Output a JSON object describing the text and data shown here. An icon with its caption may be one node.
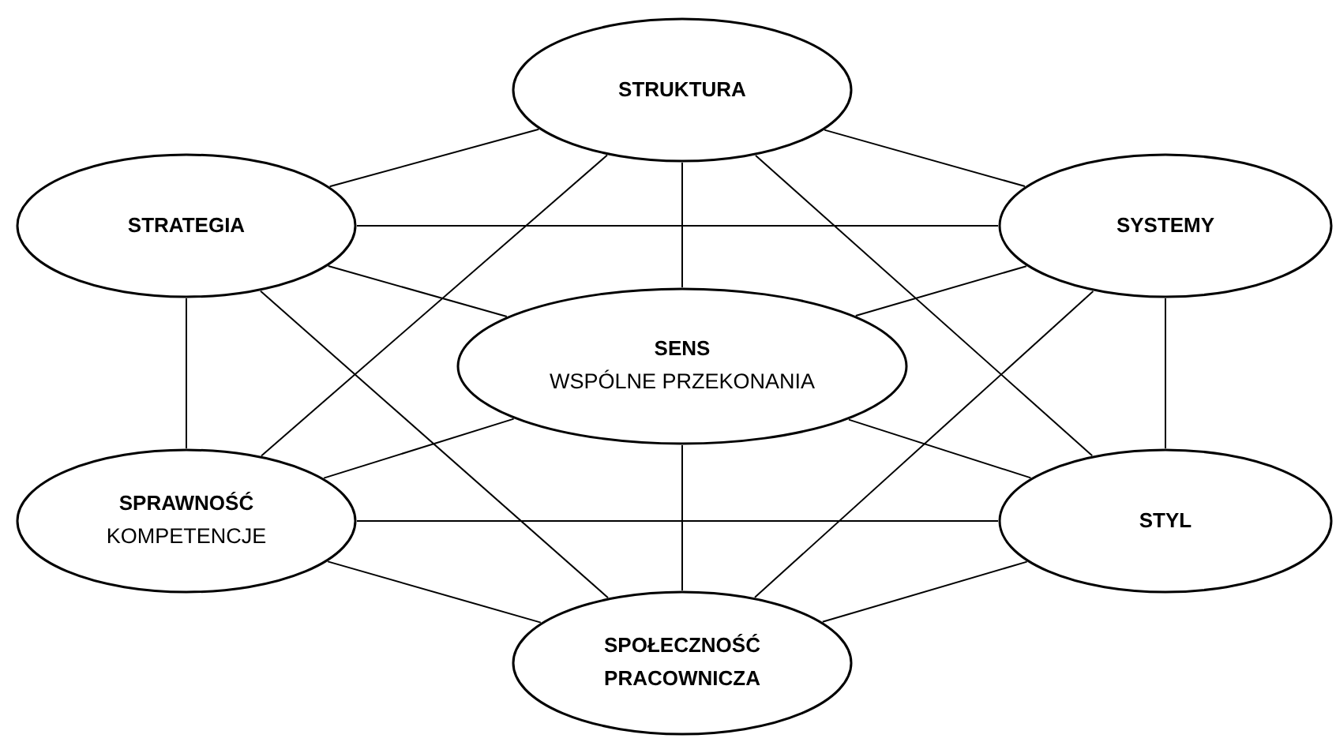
{
  "diagram": {
    "nodes": [
      {
        "text": [
          "STRUKTURA"
        ]
      },
      {
        "text": [
          "STRATEGIA"
        ]
      },
      {
        "text": [
          "SYSTEMY"
        ]
      },
      {
        "text": [
          "SENS",
          "WSPÓLNE PRZEKONANIA"
        ]
      },
      {
        "text": [
          "SPRAWNOŚĆ",
          "KOMPETENCJE"
        ]
      },
      {
        "text": [
          "STYL"
        ]
      },
      {
        "text": [
          "SPOŁECZNOŚĆ PRACOWNICZA"
        ]
      }
    ],
    "edges": [
      {
        "from": 0,
        "to": 1,
        "arrow": "none"
      },
      {
        "from": 0,
        "to": 2,
        "arrow": "none"
      },
      {
        "from": 0,
        "to": 3,
        "arrow": "none"
      },
      {
        "from": 0,
        "to": 4,
        "arrow": "none"
      },
      {
        "from": 0,
        "to": 5,
        "arrow": "none"
      },
      {
        "from": 1,
        "to": 2,
        "arrow": "none"
      },
      {
        "from": 1,
        "to": 3,
        "arrow": "none"
      },
      {
        "from": 1,
        "to": 4,
        "arrow": "none"
      },
      {
        "from": 1,
        "to": 6,
        "arrow": "none"
      },
      {
        "from": 2,
        "to": 3,
        "arrow": "none"
      },
      {
        "from": 2,
        "to": 5,
        "arrow": "none"
      },
      {
        "from": 2,
        "to": 6,
        "arrow": "none"
      },
      {
        "from": 3,
        "to": 4,
        "arrow": "none"
      },
      {
        "from": 3,
        "to": 5,
        "arrow": "none"
      },
      {
        "from": 3,
        "to": 6,
        "arrow": "none"
      },
      {
        "from": 4,
        "to": 5,
        "arrow": "none"
      },
      {
        "from": 4,
        "to": 6,
        "arrow": "none"
      },
      {
        "from": 5,
        "to": 6,
        "arrow": "none"
      }
    ]
  }
}
